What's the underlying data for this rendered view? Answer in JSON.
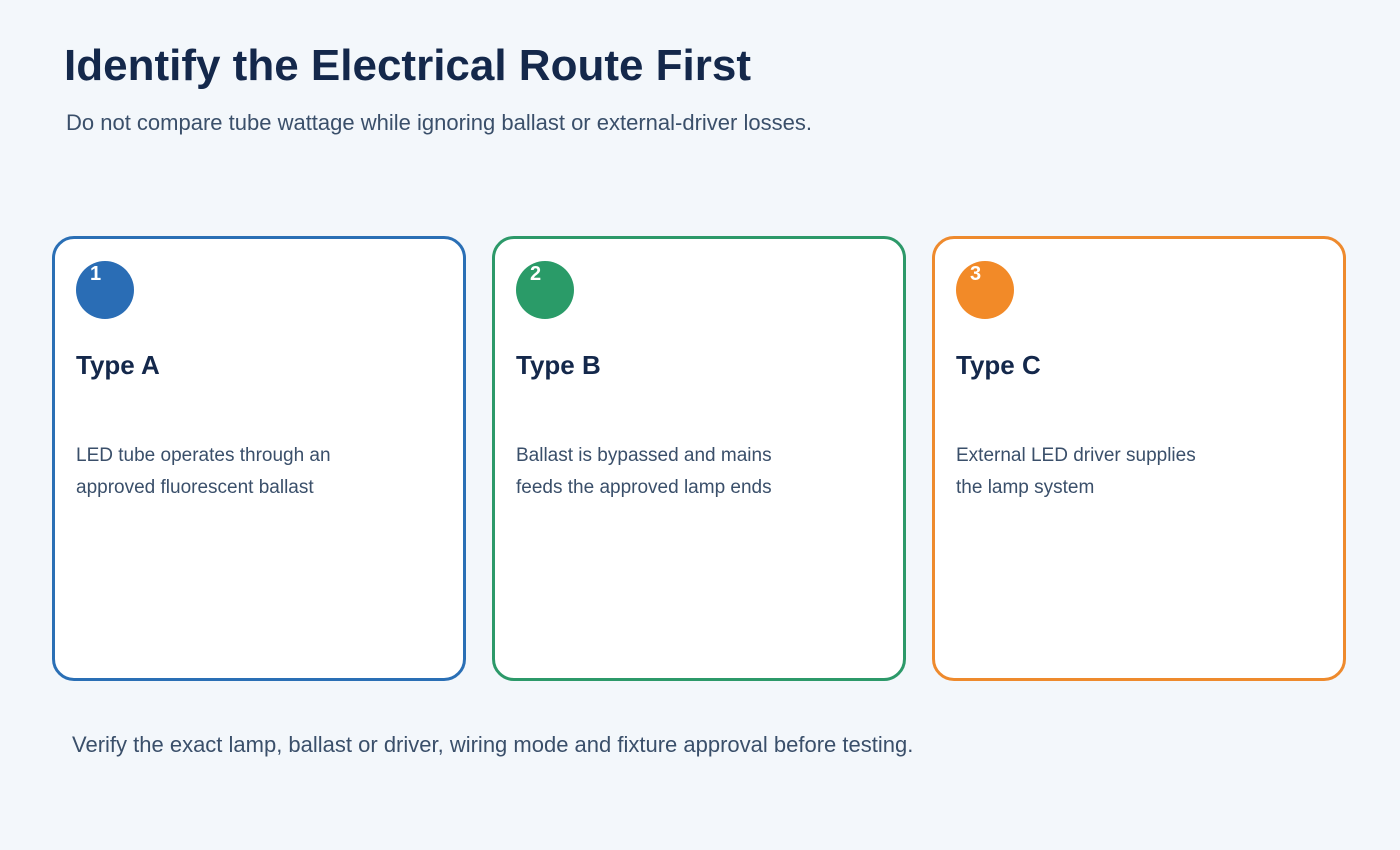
{
  "header": {
    "title": "Identify the Electrical Route First",
    "subtitle": "Do not compare tube wattage while ignoring ballast or external-driver losses."
  },
  "cards": [
    {
      "number": "1",
      "title": "Type A",
      "description": "LED tube operates through an\napproved fluorescent ballast",
      "color": "#2a6db5"
    },
    {
      "number": "2",
      "title": "Type B",
      "description": "Ballast is bypassed and mains\nfeeds the approved lamp ends",
      "color": "#2a9b68"
    },
    {
      "number": "3",
      "title": "Type C",
      "description": "External LED driver supplies\nthe lamp system",
      "color": "#f28a28"
    }
  ],
  "footer": {
    "note": "Verify the exact lamp, ballast or driver, wiring mode and fixture approval before testing."
  }
}
